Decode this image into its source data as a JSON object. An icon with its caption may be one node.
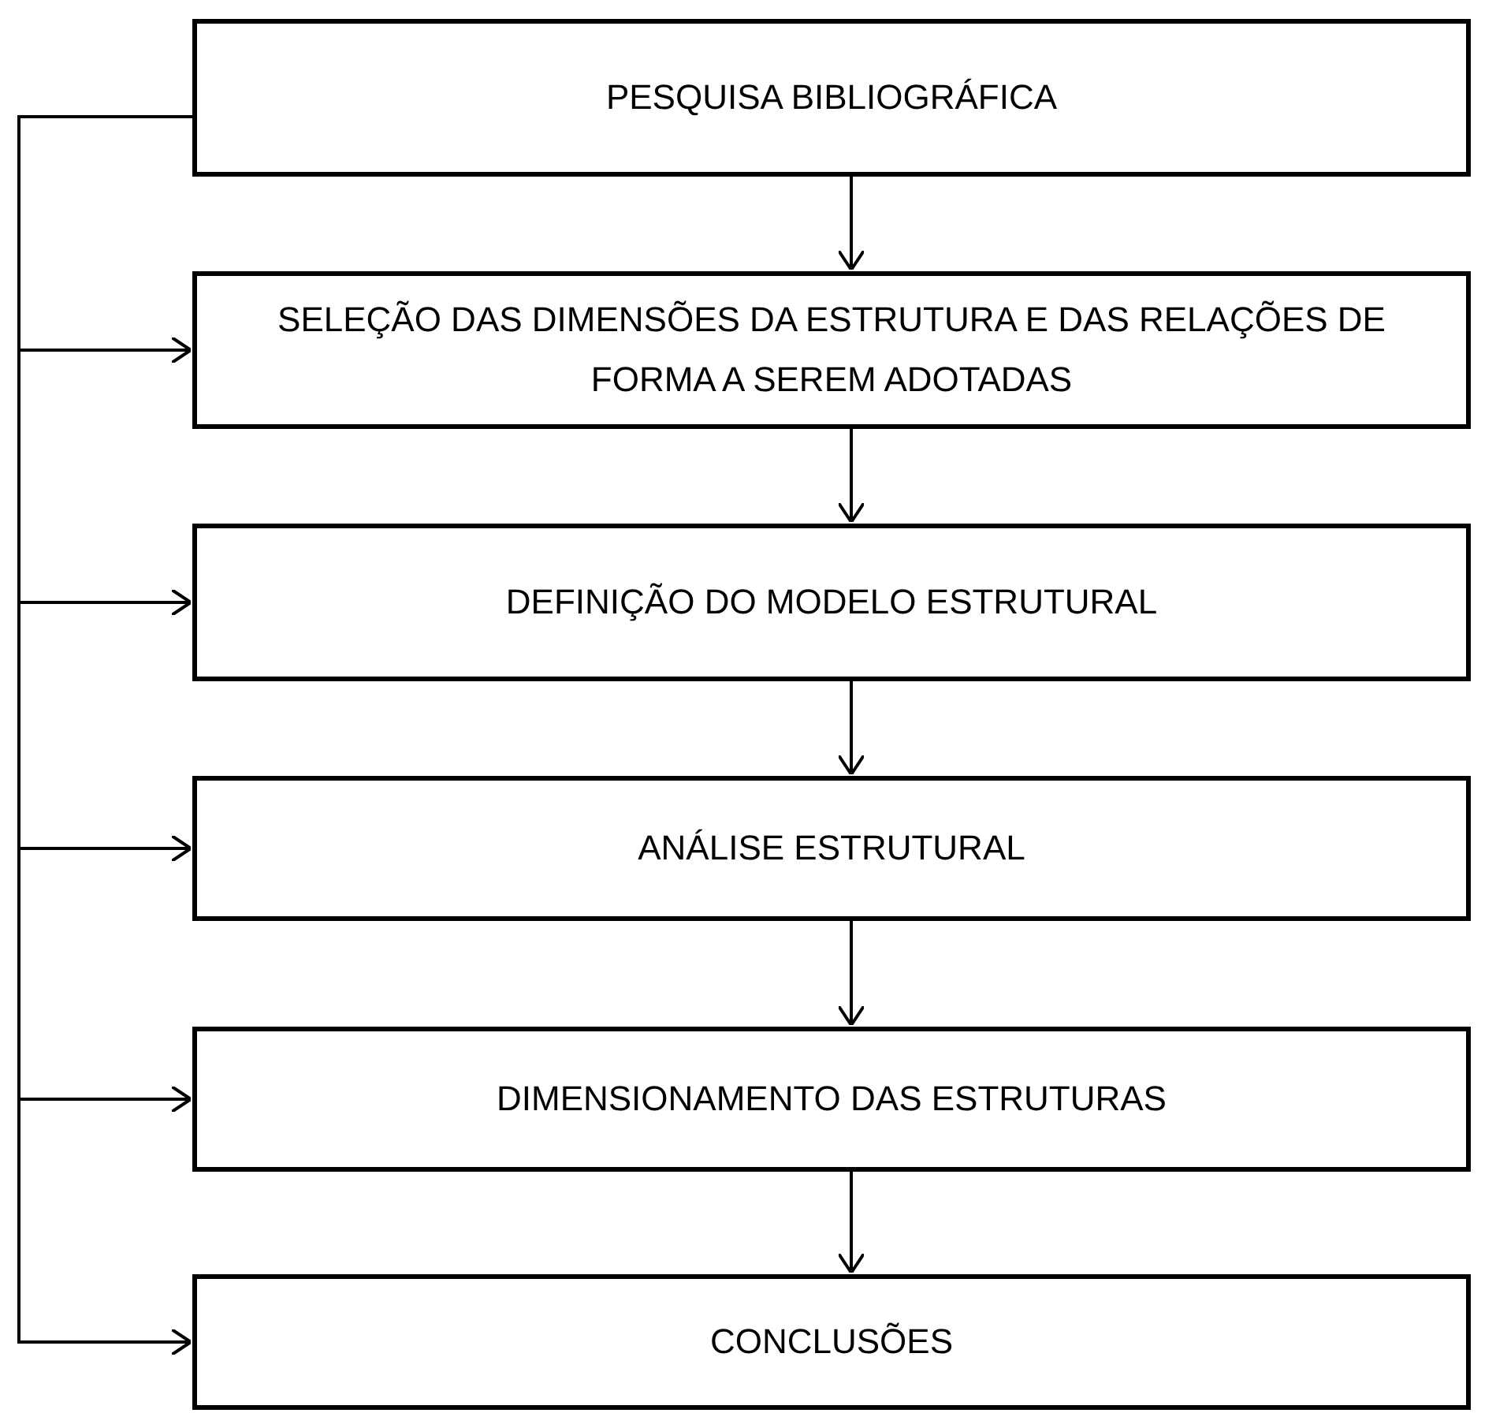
{
  "diagram": {
    "nodes": [
      {
        "text": [
          "PESQUISA BIBLIOGRÁFICA"
        ]
      },
      {
        "text": [
          "SELEÇÃO DAS DIMENSÕES DA ESTRUTURA E DAS RELAÇÕES DE FORMA A SEREM ADOTADAS"
        ]
      },
      {
        "text": [
          "DEFINIÇÃO DO MODELO ESTRUTURAL"
        ]
      },
      {
        "text": [
          "ANÁLISE ESTRUTURAL"
        ]
      },
      {
        "text": [
          "DIMENSIONAMENTO DAS ESTRUTURAS"
        ]
      },
      {
        "text": [
          "CONCLUSÕES"
        ]
      }
    ],
    "edges": [
      {
        "from": 0,
        "to": 1,
        "arrow": "to"
      },
      {
        "from": 1,
        "to": 2,
        "arrow": "to"
      },
      {
        "from": 2,
        "to": 3,
        "arrow": "to"
      },
      {
        "from": 3,
        "to": 4,
        "arrow": "to"
      },
      {
        "from": 4,
        "to": 5,
        "arrow": "to"
      },
      {
        "from": 0,
        "to": 1,
        "arrow": "to"
      },
      {
        "from": 0,
        "to": 2,
        "arrow": "to"
      },
      {
        "from": 0,
        "to": 3,
        "arrow": "to"
      },
      {
        "from": 0,
        "to": 4,
        "arrow": "to"
      },
      {
        "from": 0,
        "to": 5,
        "arrow": "to"
      }
    ]
  }
}
